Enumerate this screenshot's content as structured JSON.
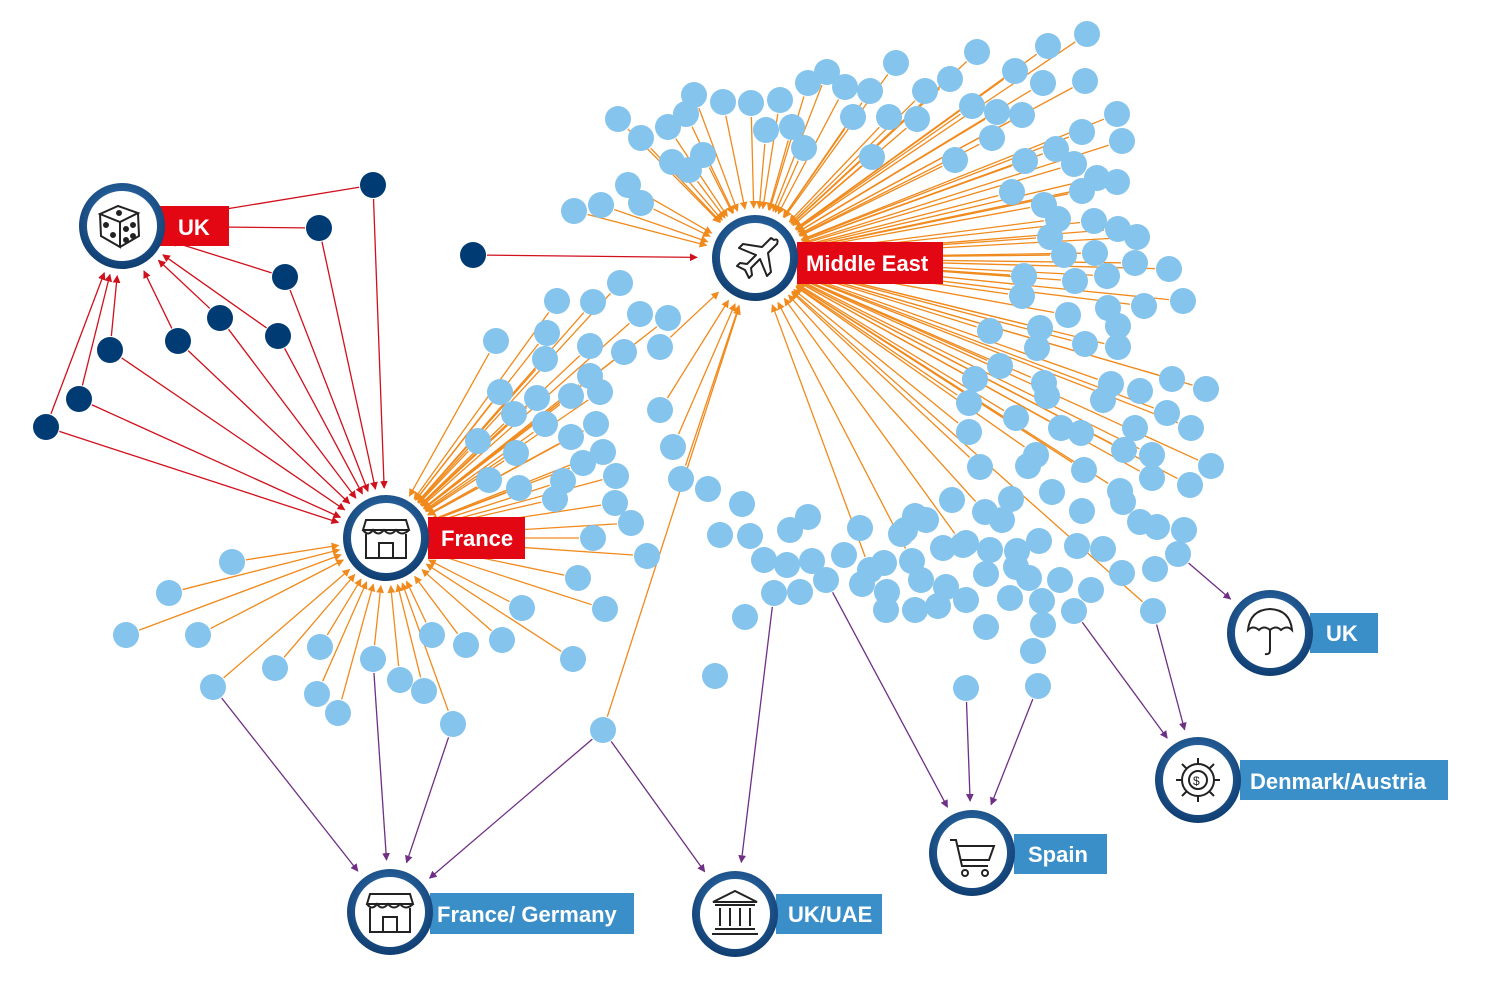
{
  "colors": {
    "red_label": "#e30613",
    "blue_label": "#3a8fc9",
    "light_dot": "#85c4ec",
    "dark_dot": "#003b73",
    "orange_arrow": "#f08a1c",
    "red_arrow": "#d0101c",
    "purple_arrow": "#6e2f84",
    "ring": "#1d5a96"
  },
  "hubs": {
    "uk_gaming": {
      "label": "UK",
      "icon": "dice-icon"
    },
    "france": {
      "label": "France",
      "icon": "storefront-icon"
    },
    "middle_east": {
      "label": "Middle East",
      "icon": "airplane-icon"
    },
    "uk_insurance": {
      "label": "UK",
      "icon": "umbrella-icon"
    },
    "denmark_austria": {
      "label": "Denmark/Austria",
      "icon": "gear-dollar-icon"
    },
    "spain": {
      "label": "Spain",
      "icon": "shopping-cart-icon"
    },
    "uk_uae": {
      "label": "UK/UAE",
      "icon": "bank-icon"
    },
    "france_germany": {
      "label": "France/ Germany",
      "icon": "storefront-icon"
    }
  }
}
